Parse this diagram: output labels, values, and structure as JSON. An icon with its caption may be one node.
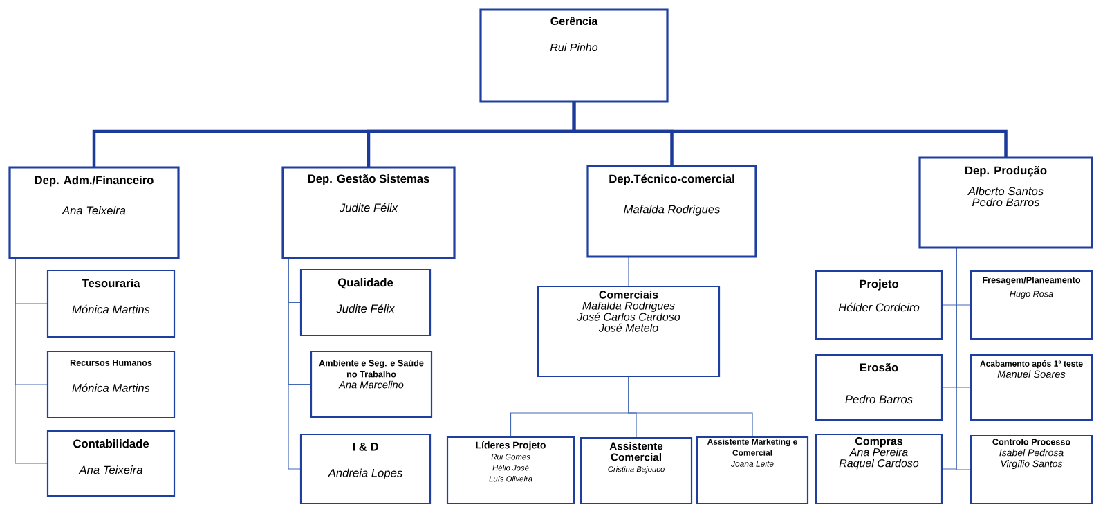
{
  "diagram": {
    "nodes": [
      {
        "text": [
          "Gerência",
          "Rui Pinho"
        ]
      },
      {
        "text": [
          "Dep. Adm./Financeiro",
          "Ana Teixeira"
        ]
      },
      {
        "text": [
          "Tesouraria",
          "Mónica Martins"
        ]
      },
      {
        "text": [
          "Recursos Humanos",
          "Mónica Martins"
        ]
      },
      {
        "text": [
          "Contabilidade",
          "Ana Teixeira"
        ]
      },
      {
        "text": [
          "Dep. Gestão Sistemas",
          "Judite Félix"
        ]
      },
      {
        "text": [
          "Qualidade",
          "Judite Félix"
        ]
      },
      {
        "text": [
          "Ambiente e Seg. e Saúde no Trabalho",
          "Ana Marcelino"
        ]
      },
      {
        "text": [
          "I & D",
          "Andreia Lopes"
        ]
      },
      {
        "text": [
          "Dep.Técnico-comercial",
          "Mafalda Rodrigues"
        ]
      },
      {
        "text": [
          "Comerciais",
          "Mafalda Rodrigues",
          "José Carlos Cardoso",
          "José Metelo"
        ]
      },
      {
        "text": [
          "Líderes Projeto",
          "Rui Gomes",
          "Hélio José",
          "Luís Oliveira"
        ]
      },
      {
        "text": [
          "Assistente Comercial",
          "Cristina Bajouco"
        ]
      },
      {
        "text": [
          "Assistente Marketing e Comercial",
          "Joana Leite"
        ]
      },
      {
        "text": [
          "Dep. Produção",
          "Alberto Santos",
          "Pedro Barros"
        ]
      },
      {
        "text": [
          "Projeto",
          "Hélder Cordeiro"
        ]
      },
      {
        "text": [
          "Fresagem/Planeamento",
          "Hugo Rosa"
        ]
      },
      {
        "text": [
          "Erosão",
          "Pedro Barros"
        ]
      },
      {
        "text": [
          "Acabamento após 1º teste",
          "Manuel Soares"
        ]
      },
      {
        "text": [
          "Compras",
          "Ana Pereira",
          "Raquel Cardoso"
        ]
      },
      {
        "text": [
          "Controlo Processo",
          "Isabel Pedrosa",
          "Virgílio Santos"
        ]
      }
    ],
    "edges": [
      {
        "from": 0,
        "to": 1,
        "arrow": "none",
        "style": "thick",
        "color": "#1c3a9a"
      },
      {
        "from": 0,
        "to": 5,
        "arrow": "none",
        "style": "thick",
        "color": "#1c3a9a"
      },
      {
        "from": 0,
        "to": 9,
        "arrow": "none",
        "style": "thick",
        "color": "#1c3a9a"
      },
      {
        "from": 0,
        "to": 14,
        "arrow": "none",
        "style": "thick",
        "color": "#1c3a9a"
      },
      {
        "from": 1,
        "to": 2,
        "arrow": "none"
      },
      {
        "from": 1,
        "to": 3,
        "arrow": "none"
      },
      {
        "from": 1,
        "to": 4,
        "arrow": "none"
      },
      {
        "from": 5,
        "to": 6,
        "arrow": "none"
      },
      {
        "from": 5,
        "to": 7,
        "arrow": "none"
      },
      {
        "from": 5,
        "to": 8,
        "arrow": "none"
      },
      {
        "from": 9,
        "to": 10,
        "arrow": "none"
      },
      {
        "from": 10,
        "to": 11,
        "arrow": "none"
      },
      {
        "from": 10,
        "to": 12,
        "arrow": "none"
      },
      {
        "from": 10,
        "to": 13,
        "arrow": "none"
      },
      {
        "from": 14,
        "to": 15,
        "arrow": "none"
      },
      {
        "from": 14,
        "to": 16,
        "arrow": "none"
      },
      {
        "from": 14,
        "to": 17,
        "arrow": "none"
      },
      {
        "from": 14,
        "to": 18,
        "arrow": "none"
      },
      {
        "from": 14,
        "to": 19,
        "arrow": "none"
      },
      {
        "from": 14,
        "to": 20,
        "arrow": "none"
      }
    ]
  }
}
